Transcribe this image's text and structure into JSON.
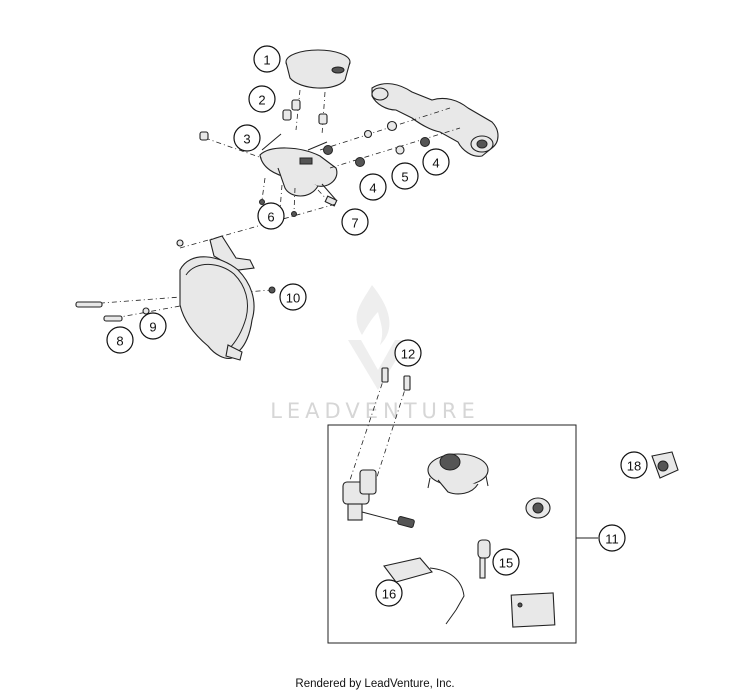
{
  "callouts": [
    {
      "id": "c1",
      "label": "1"
    },
    {
      "id": "c2",
      "label": "2"
    },
    {
      "id": "c3",
      "label": "3"
    },
    {
      "id": "c4a",
      "label": "4"
    },
    {
      "id": "c5",
      "label": "5"
    },
    {
      "id": "c4b",
      "label": "4"
    },
    {
      "id": "c6",
      "label": "6"
    },
    {
      "id": "c7",
      "label": "7"
    },
    {
      "id": "c10",
      "label": "10"
    },
    {
      "id": "c9",
      "label": "9"
    },
    {
      "id": "c8",
      "label": "8"
    },
    {
      "id": "c12",
      "label": "12"
    },
    {
      "id": "c18",
      "label": "18"
    },
    {
      "id": "c11",
      "label": "11"
    },
    {
      "id": "c15",
      "label": "15"
    },
    {
      "id": "c16",
      "label": "16"
    }
  ],
  "watermark": {
    "text": "LEADVENTURE"
  },
  "footer": {
    "text": "Rendered by LeadVenture, Inc."
  }
}
